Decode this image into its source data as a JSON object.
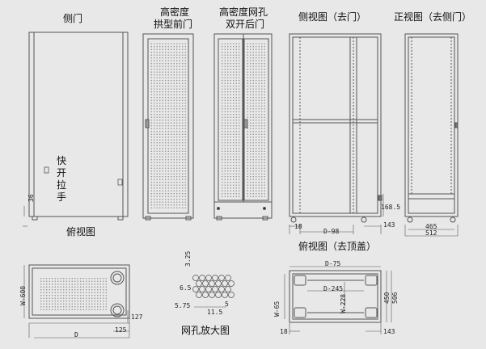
{
  "titles": {
    "side_door": "侧门",
    "arch_front_line1": "高密度",
    "arch_front_line2": "拱型前门",
    "rear_line1": "高密度网孔",
    "rear_line2": "双开后门",
    "side_view": "侧视图（去门）",
    "front_view": "正视图（去侧门）",
    "top_view": "俯视图",
    "top_view_no_cover": "俯视图（去顶盖）",
    "mesh_enlarged": "网孔放大图",
    "quick_handle_1": "快",
    "quick_handle_2": "开",
    "quick_handle_3": "拉",
    "quick_handle_4": "手"
  },
  "dims": {
    "d36": "36",
    "d18_side": "18",
    "d98": "D-98",
    "d143_side": "143",
    "d168": "168.5",
    "d465_front": "465",
    "d512": "512",
    "w600": "W-600",
    "d_top": "D",
    "d127": "127",
    "d125": "125",
    "m325": "3.25",
    "m65": "6.5",
    "m575": "5.75",
    "m115": "11.5",
    "m5": "5",
    "d75": "D-75",
    "d245": "D-245",
    "w65": "W-65",
    "w228": "W-228",
    "d450": "450",
    "d506": "506",
    "d18_bottom": "18",
    "d143_bottom": "143"
  }
}
